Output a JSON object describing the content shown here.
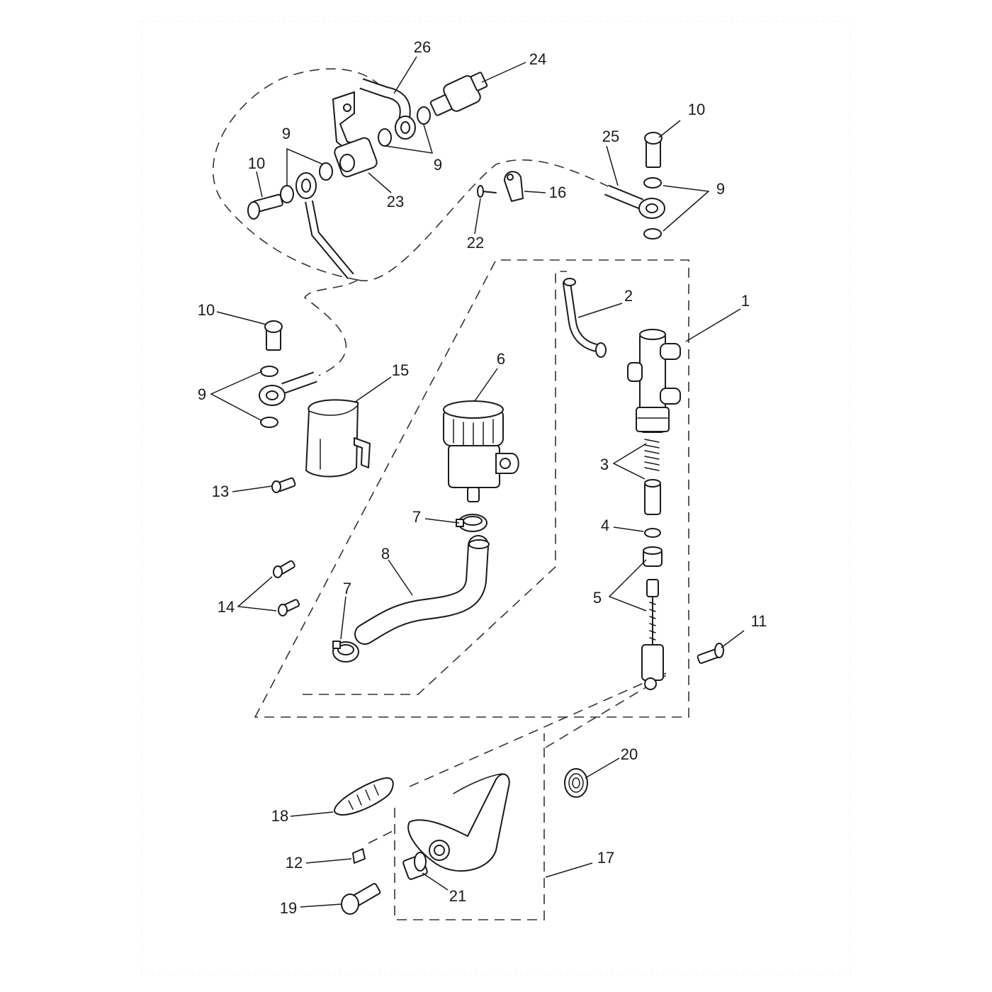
{
  "callouts": [
    {
      "id": "c1",
      "text": "1"
    },
    {
      "id": "c2",
      "text": "2"
    },
    {
      "id": "c3",
      "text": "3"
    },
    {
      "id": "c4",
      "text": "4"
    },
    {
      "id": "c5",
      "text": "5"
    },
    {
      "id": "c6",
      "text": "6"
    },
    {
      "id": "c7a",
      "text": "7"
    },
    {
      "id": "c7b",
      "text": "7"
    },
    {
      "id": "c8",
      "text": "8"
    },
    {
      "id": "c9a",
      "text": "9"
    },
    {
      "id": "c9b",
      "text": "9"
    },
    {
      "id": "c9c",
      "text": "9"
    },
    {
      "id": "c9d",
      "text": "9"
    },
    {
      "id": "c10a",
      "text": "10"
    },
    {
      "id": "c10b",
      "text": "10"
    },
    {
      "id": "c10c",
      "text": "10"
    },
    {
      "id": "c11",
      "text": "11"
    },
    {
      "id": "c12",
      "text": "12"
    },
    {
      "id": "c13",
      "text": "13"
    },
    {
      "id": "c14",
      "text": "14"
    },
    {
      "id": "c15",
      "text": "15"
    },
    {
      "id": "c16",
      "text": "16"
    },
    {
      "id": "c17",
      "text": "17"
    },
    {
      "id": "c18",
      "text": "18"
    },
    {
      "id": "c19",
      "text": "19"
    },
    {
      "id": "c20",
      "text": "20"
    },
    {
      "id": "c21",
      "text": "21"
    },
    {
      "id": "c22",
      "text": "22"
    },
    {
      "id": "c23",
      "text": "23"
    },
    {
      "id": "c24",
      "text": "24"
    },
    {
      "id": "c25",
      "text": "25"
    },
    {
      "id": "c26",
      "text": "26"
    }
  ],
  "colors": {
    "line": "#1a1a1a",
    "background": "#ffffff"
  }
}
